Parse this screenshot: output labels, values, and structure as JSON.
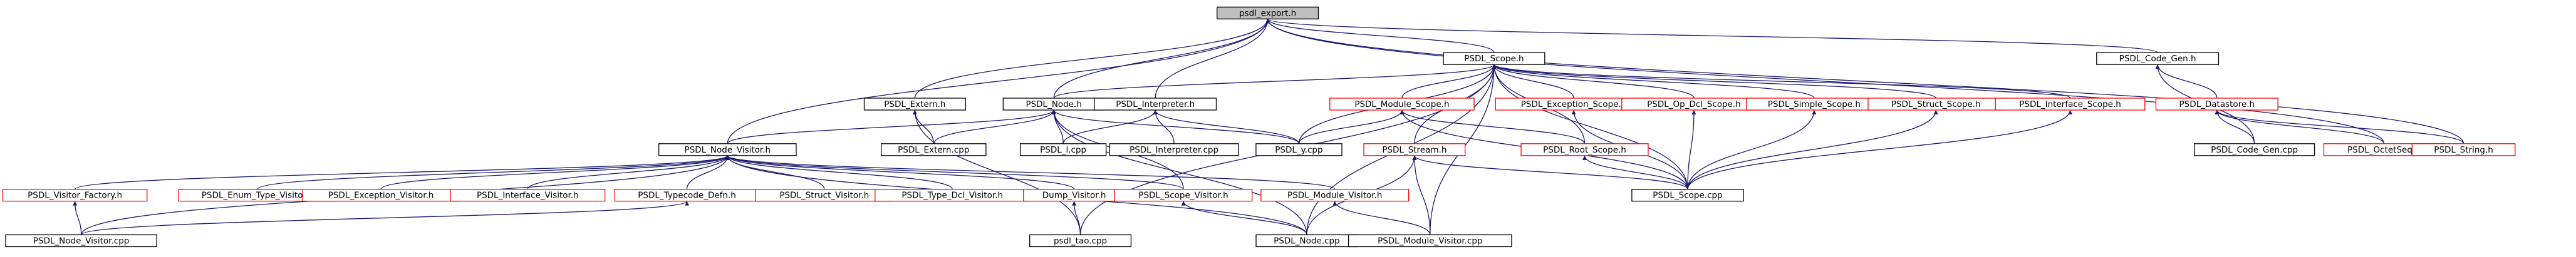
{
  "colors": {
    "background": "#ffffff",
    "edge": "#191970",
    "arrowhead": "#191970",
    "border_default": "#000000",
    "border_external": "#ff0000",
    "fill_default": "#ffffff",
    "fill_highlight": "#bfbfbf",
    "text": "#000000"
  },
  "nodes": [
    {
      "id": "psdl_export_h",
      "label": "psdl_export.h",
      "kind": "highlight"
    },
    {
      "id": "PSDL_Scope_h",
      "label": "PSDL_Scope.h",
      "kind": "default"
    },
    {
      "id": "PSDL_Code_Gen_h",
      "label": "PSDL_Code_Gen.h",
      "kind": "default"
    },
    {
      "id": "PSDL_Extern_h",
      "label": "PSDL_Extern.h",
      "kind": "default"
    },
    {
      "id": "PSDL_Node_h",
      "label": "PSDL_Node.h",
      "kind": "default"
    },
    {
      "id": "PSDL_Interpreter_h",
      "label": "PSDL_Interpreter.h",
      "kind": "default"
    },
    {
      "id": "PSDL_Module_Scope_h",
      "label": "PSDL_Module_Scope.h",
      "kind": "external"
    },
    {
      "id": "PSDL_Exception_Scope_h",
      "label": "PSDL_Exception_Scope.h",
      "kind": "external"
    },
    {
      "id": "PSDL_Op_Dcl_Scope_h",
      "label": "PSDL_Op_Dcl_Scope.h",
      "kind": "external"
    },
    {
      "id": "PSDL_Simple_Scope_h",
      "label": "PSDL_Simple_Scope.h",
      "kind": "external"
    },
    {
      "id": "PSDL_Struct_Scope_h",
      "label": "PSDL_Struct_Scope.h",
      "kind": "external"
    },
    {
      "id": "PSDL_Interface_Scope_h",
      "label": "PSDL_Interface_Scope.h",
      "kind": "external"
    },
    {
      "id": "PSDL_Datastore_h",
      "label": "PSDL_Datastore.h",
      "kind": "external"
    },
    {
      "id": "PSDL_Extern_cpp",
      "label": "PSDL_Extern.cpp",
      "kind": "default"
    },
    {
      "id": "PSDL_l_cpp",
      "label": "PSDL_l.cpp",
      "kind": "default"
    },
    {
      "id": "PSDL_Interpreter_cpp",
      "label": "PSDL_Interpreter.cpp",
      "kind": "default"
    },
    {
      "id": "PSDL_y_cpp",
      "label": "PSDL_y.cpp",
      "kind": "default"
    },
    {
      "id": "PSDL_Node_Visitor_h",
      "label": "PSDL_Node_Visitor.h",
      "kind": "default"
    },
    {
      "id": "PSDL_Stream_h",
      "label": "PSDL_Stream.h",
      "kind": "external"
    },
    {
      "id": "PSDL_Root_Scope_h",
      "label": "PSDL_Root_Scope.h",
      "kind": "external"
    },
    {
      "id": "PSDL_Scope_cpp",
      "label": "PSDL_Scope.cpp",
      "kind": "default"
    },
    {
      "id": "PSDL_Code_Gen_cpp",
      "label": "PSDL_Code_Gen.cpp",
      "kind": "default"
    },
    {
      "id": "PSDL_OctetSeq_h",
      "label": "PSDL_OctetSeq.h",
      "kind": "external"
    },
    {
      "id": "PSDL_String_h",
      "label": "PSDL_String.h",
      "kind": "external"
    },
    {
      "id": "PSDL_Visitor_Factory_h",
      "label": "PSDL_Visitor_Factory.h",
      "kind": "external"
    },
    {
      "id": "PSDL_Enum_Type_Visitor_h",
      "label": "PSDL_Enum_Type_Visitor.h",
      "kind": "external"
    },
    {
      "id": "PSDL_Exception_Visitor_h",
      "label": "PSDL_Exception_Visitor.h",
      "kind": "external"
    },
    {
      "id": "PSDL_Interface_Visitor_h",
      "label": "PSDL_Interface_Visitor.h",
      "kind": "external"
    },
    {
      "id": "PSDL_Typecode_Defn_h",
      "label": "PSDL_Typecode_Defn.h",
      "kind": "external"
    },
    {
      "id": "PSDL_Struct_Visitor_h",
      "label": "PSDL_Struct_Visitor.h",
      "kind": "external"
    },
    {
      "id": "PSDL_Type_Dcl_Visitor_h",
      "label": "PSDL_Type_Dcl_Visitor.h",
      "kind": "external"
    },
    {
      "id": "Dump_Visitor_h",
      "label": "Dump_Visitor.h",
      "kind": "external"
    },
    {
      "id": "PSDL_Scope_Visitor_h",
      "label": "PSDL_Scope_Visitor.h",
      "kind": "external"
    },
    {
      "id": "PSDL_Module_Visitor_h",
      "label": "PSDL_Module_Visitor.h",
      "kind": "external"
    },
    {
      "id": "PSDL_Node_Visitor_cpp",
      "label": "PSDL_Node_Visitor.cpp",
      "kind": "default"
    },
    {
      "id": "psdl_tao_cpp",
      "label": "psdl_tao.cpp",
      "kind": "default"
    },
    {
      "id": "PSDL_Node_cpp",
      "label": "PSDL_Node.cpp",
      "kind": "default"
    },
    {
      "id": "PSDL_Module_Visitor_cpp",
      "label": "PSDL_Module_Visitor.cpp",
      "kind": "default"
    }
  ],
  "edges": [
    {
      "from": "PSDL_Scope_h",
      "to": "psdl_export_h"
    },
    {
      "from": "PSDL_Code_Gen_h",
      "to": "psdl_export_h"
    },
    {
      "from": "PSDL_Extern_h",
      "to": "psdl_export_h"
    },
    {
      "from": "PSDL_Node_h",
      "to": "psdl_export_h"
    },
    {
      "from": "PSDL_Interpreter_h",
      "to": "psdl_export_h"
    },
    {
      "from": "PSDL_Node_Visitor_h",
      "to": "psdl_export_h"
    },
    {
      "from": "PSDL_OctetSeq_h",
      "to": "psdl_export_h"
    },
    {
      "from": "PSDL_String_h",
      "to": "psdl_export_h"
    },
    {
      "from": "PSDL_Module_Scope_h",
      "to": "PSDL_Scope_h"
    },
    {
      "from": "PSDL_Exception_Scope_h",
      "to": "PSDL_Scope_h"
    },
    {
      "from": "PSDL_Op_Dcl_Scope_h",
      "to": "PSDL_Scope_h"
    },
    {
      "from": "PSDL_Simple_Scope_h",
      "to": "PSDL_Scope_h"
    },
    {
      "from": "PSDL_Struct_Scope_h",
      "to": "PSDL_Scope_h"
    },
    {
      "from": "PSDL_Interface_Scope_h",
      "to": "PSDL_Scope_h"
    },
    {
      "from": "PSDL_Root_Scope_h",
      "to": "PSDL_Scope_h"
    },
    {
      "from": "PSDL_Stream_h",
      "to": "PSDL_Scope_h"
    },
    {
      "from": "PSDL_Scope_cpp",
      "to": "PSDL_Scope_h"
    },
    {
      "from": "PSDL_y_cpp",
      "to": "PSDL_Scope_h"
    },
    {
      "from": "PSDL_Node_h",
      "to": "PSDL_Scope_h"
    },
    {
      "from": "psdl_tao_cpp",
      "to": "PSDL_Scope_h"
    },
    {
      "from": "PSDL_Node_cpp",
      "to": "PSDL_Scope_h"
    },
    {
      "from": "PSDL_Module_Visitor_cpp",
      "to": "PSDL_Scope_h"
    },
    {
      "from": "PSDL_Datastore_h",
      "to": "PSDL_Code_Gen_h"
    },
    {
      "from": "PSDL_Code_Gen_cpp",
      "to": "PSDL_Code_Gen_h"
    },
    {
      "from": "PSDL_OctetSeq_h",
      "to": "PSDL_Datastore_h"
    },
    {
      "from": "PSDL_String_h",
      "to": "PSDL_Datastore_h"
    },
    {
      "from": "PSDL_Code_Gen_cpp",
      "to": "PSDL_Datastore_h"
    },
    {
      "from": "PSDL_Extern_cpp",
      "to": "PSDL_Extern_h"
    },
    {
      "from": "psdl_tao_cpp",
      "to": "PSDL_Extern_h"
    },
    {
      "from": "PSDL_Node_Visitor_h",
      "to": "PSDL_Node_h"
    },
    {
      "from": "PSDL_Extern_cpp",
      "to": "PSDL_Node_h"
    },
    {
      "from": "PSDL_l_cpp",
      "to": "PSDL_Node_h"
    },
    {
      "from": "PSDL_y_cpp",
      "to": "PSDL_Node_h"
    },
    {
      "from": "PSDL_Node_cpp",
      "to": "PSDL_Node_h"
    },
    {
      "from": "PSDL_Scope_Visitor_h",
      "to": "PSDL_Node_h"
    },
    {
      "from": "PSDL_l_cpp",
      "to": "PSDL_Interpreter_h"
    },
    {
      "from": "PSDL_Interpreter_cpp",
      "to": "PSDL_Interpreter_h"
    },
    {
      "from": "PSDL_y_cpp",
      "to": "PSDL_Interpreter_h"
    },
    {
      "from": "PSDL_Root_Scope_h",
      "to": "PSDL_Module_Scope_h"
    },
    {
      "from": "PSDL_y_cpp",
      "to": "PSDL_Module_Scope_h"
    },
    {
      "from": "PSDL_Scope_cpp",
      "to": "PSDL_Module_Scope_h"
    },
    {
      "from": "PSDL_Scope_cpp",
      "to": "PSDL_Exception_Scope_h"
    },
    {
      "from": "PSDL_Scope_cpp",
      "to": "PSDL_Op_Dcl_Scope_h"
    },
    {
      "from": "PSDL_Scope_cpp",
      "to": "PSDL_Simple_Scope_h"
    },
    {
      "from": "PSDL_Scope_cpp",
      "to": "PSDL_Struct_Scope_h"
    },
    {
      "from": "PSDL_Scope_cpp",
      "to": "PSDL_Interface_Scope_h"
    },
    {
      "from": "PSDL_Scope_cpp",
      "to": "PSDL_Root_Scope_h"
    },
    {
      "from": "PSDL_Scope_cpp",
      "to": "PSDL_Stream_h"
    },
    {
      "from": "PSDL_Node_cpp",
      "to": "PSDL_Stream_h"
    },
    {
      "from": "PSDL_Module_Visitor_cpp",
      "to": "PSDL_Stream_h"
    },
    {
      "from": "PSDL_Visitor_Factory_h",
      "to": "PSDL_Node_Visitor_h"
    },
    {
      "from": "PSDL_Enum_Type_Visitor_h",
      "to": "PSDL_Node_Visitor_h"
    },
    {
      "from": "PSDL_Exception_Visitor_h",
      "to": "PSDL_Node_Visitor_h"
    },
    {
      "from": "PSDL_Interface_Visitor_h",
      "to": "PSDL_Node_Visitor_h"
    },
    {
      "from": "PSDL_Typecode_Defn_h",
      "to": "PSDL_Node_Visitor_h"
    },
    {
      "from": "PSDL_Struct_Visitor_h",
      "to": "PSDL_Node_Visitor_h"
    },
    {
      "from": "PSDL_Type_Dcl_Visitor_h",
      "to": "PSDL_Node_Visitor_h"
    },
    {
      "from": "Dump_Visitor_h",
      "to": "PSDL_Node_Visitor_h"
    },
    {
      "from": "PSDL_Scope_Visitor_h",
      "to": "PSDL_Node_Visitor_h"
    },
    {
      "from": "PSDL_Module_Visitor_h",
      "to": "PSDL_Node_Visitor_h"
    },
    {
      "from": "PSDL_Node_Visitor_cpp",
      "to": "PSDL_Node_Visitor_h"
    },
    {
      "from": "PSDL_Node_cpp",
      "to": "PSDL_Node_Visitor_h"
    },
    {
      "from": "PSDL_Node_Visitor_cpp",
      "to": "PSDL_Visitor_Factory_h"
    },
    {
      "from": "PSDL_Node_Visitor_cpp",
      "to": "PSDL_Typecode_Defn_h"
    },
    {
      "from": "psdl_tao_cpp",
      "to": "Dump_Visitor_h"
    },
    {
      "from": "PSDL_Node_cpp",
      "to": "PSDL_Scope_Visitor_h"
    },
    {
      "from": "PSDL_Module_Visitor_cpp",
      "to": "PSDL_Module_Visitor_h"
    }
  ]
}
